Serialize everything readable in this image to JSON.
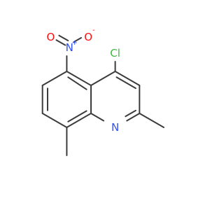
{
  "atoms": {
    "chlorine": {
      "label": "Cl",
      "color": "#3cb93c"
    },
    "nitrogen_ring": {
      "label": "N",
      "color": "#3050f8"
    },
    "nitro_nitrogen": {
      "label": "N",
      "charge": "+",
      "color": "#3050f8"
    },
    "nitro_oxygen_double": {
      "label": "O",
      "color": "#ff0d0d"
    },
    "nitro_oxygen_single": {
      "label": "O",
      "charge": "-",
      "color": "#ff0d0d"
    }
  },
  "bond_color": "#3c3c3c"
}
